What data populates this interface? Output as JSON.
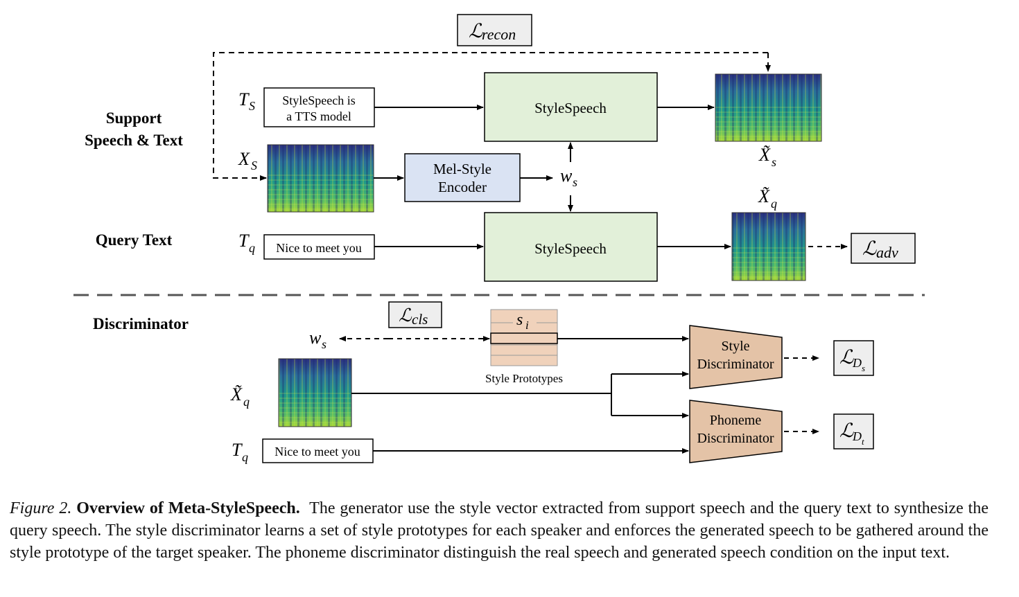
{
  "sections": {
    "support_line1": "Support",
    "support_line2": "Speech & Text",
    "query": "Query Text",
    "discriminator": "Discriminator"
  },
  "losses": {
    "recon": "recon",
    "adv": "adv",
    "cls": "cls",
    "d_s_sub": "s",
    "d_t_sub": "t"
  },
  "text_boxes": {
    "support_text_line1": "StyleSpeech is",
    "support_text_line2": "a TTS model",
    "query_text": "Nice to meet you",
    "disc_query_text": "Nice to meet you"
  },
  "modules": {
    "stylespeech_top": "StyleSpeech",
    "stylespeech_bottom": "StyleSpeech",
    "encoder_line1": "Mel-Style",
    "encoder_line2": "Encoder",
    "style_disc_line1": "Style",
    "style_disc_line2": "Discriminator",
    "phoneme_disc_line1": "Phoneme",
    "phoneme_disc_line2": "Discriminator",
    "style_prototypes": "Style Prototypes"
  },
  "symbols": {
    "t_s": "T",
    "t_s_sub": "S",
    "x_s": "X",
    "x_s_sub": "S",
    "t_q": "T",
    "t_q_sub": "q",
    "w_s": "w",
    "w_s_sub": "s",
    "xtilde_s": "X̃",
    "xtilde_s_sub": "s",
    "xtilde_q": "X̃",
    "xtilde_q_sub": "q",
    "s_i": "s",
    "s_i_sub": "i"
  },
  "caption": {
    "label": "Figure 2.",
    "title": "Overview of Meta-StyleSpeech.",
    "body": "The generator use the style vector extracted from support speech and the query text to synthesize the query speech. The style discriminator learns a set of style prototypes for each speaker and enforces the generated speech to be gathered around the style prototype of the target speaker. The phoneme discriminator distinguish the real speech and generated speech condition on the input text."
  },
  "colors": {
    "stylespeech_fill": "#e2f0d9",
    "encoder_fill": "#dae3f3",
    "discriminator_fill": "#e4c3a7",
    "prototype_fill": "#f0d2bb",
    "loss_fill": "#eeeeee",
    "spectrogram_dark": "#2e2f7a",
    "spectrogram_mid": "#26938c",
    "spectrogram_bright": "#b8df2c"
  }
}
